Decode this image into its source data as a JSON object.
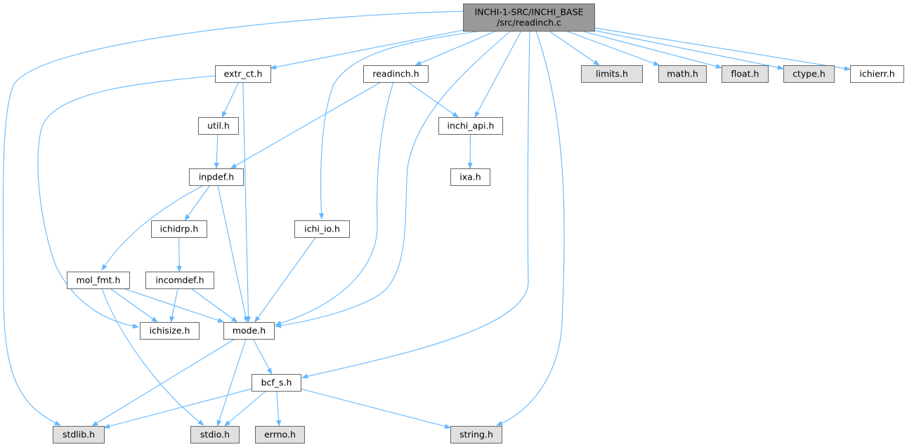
{
  "diagram": {
    "colors": {
      "root_fill": "#999999",
      "header_fill": "#ffffff",
      "system_fill": "#e0e0e0",
      "border": "#666666",
      "edge": "#63b8ff"
    },
    "nodes": [
      {
        "id": "root",
        "lines": [
          "INCHI-1-SRC/INCHI_BASE",
          "/src/readinch.c"
        ],
        "kind": "root"
      },
      {
        "id": "extr_ct",
        "lines": [
          "extr_ct.h"
        ],
        "kind": "header"
      },
      {
        "id": "readinch",
        "lines": [
          "readinch.h"
        ],
        "kind": "header"
      },
      {
        "id": "limits",
        "lines": [
          "limits.h"
        ],
        "kind": "system"
      },
      {
        "id": "math",
        "lines": [
          "math.h"
        ],
        "kind": "system"
      },
      {
        "id": "float",
        "lines": [
          "float.h"
        ],
        "kind": "system"
      },
      {
        "id": "ctype",
        "lines": [
          "ctype.h"
        ],
        "kind": "system"
      },
      {
        "id": "ichierr",
        "lines": [
          "ichierr.h"
        ],
        "kind": "header"
      },
      {
        "id": "util",
        "lines": [
          "util.h"
        ],
        "kind": "header"
      },
      {
        "id": "inchi_api",
        "lines": [
          "inchi_api.h"
        ],
        "kind": "header"
      },
      {
        "id": "inpdef",
        "lines": [
          "inpdef.h"
        ],
        "kind": "header"
      },
      {
        "id": "ixa",
        "lines": [
          "ixa.h"
        ],
        "kind": "header"
      },
      {
        "id": "ichidrp",
        "lines": [
          "ichidrp.h"
        ],
        "kind": "header"
      },
      {
        "id": "ichi_io",
        "lines": [
          "ichi_io.h"
        ],
        "kind": "header"
      },
      {
        "id": "mol_fmt",
        "lines": [
          "mol_fmt.h"
        ],
        "kind": "header"
      },
      {
        "id": "incomdef",
        "lines": [
          "incomdef.h"
        ],
        "kind": "header"
      },
      {
        "id": "ichisize",
        "lines": [
          "ichisize.h"
        ],
        "kind": "header"
      },
      {
        "id": "mode",
        "lines": [
          "mode.h"
        ],
        "kind": "header"
      },
      {
        "id": "bcf_s",
        "lines": [
          "bcf_s.h"
        ],
        "kind": "header"
      },
      {
        "id": "stdlib",
        "lines": [
          "stdlib.h"
        ],
        "kind": "system"
      },
      {
        "id": "stdio",
        "lines": [
          "stdio.h"
        ],
        "kind": "system"
      },
      {
        "id": "errno",
        "lines": [
          "errno.h"
        ],
        "kind": "system"
      },
      {
        "id": "string",
        "lines": [
          "string.h"
        ],
        "kind": "system"
      }
    ],
    "edges": [
      {
        "from": "root",
        "to": "extr_ct"
      },
      {
        "from": "root",
        "to": "readinch"
      },
      {
        "from": "root",
        "to": "limits"
      },
      {
        "from": "root",
        "to": "math"
      },
      {
        "from": "root",
        "to": "float"
      },
      {
        "from": "root",
        "to": "ctype"
      },
      {
        "from": "root",
        "to": "ichierr"
      },
      {
        "from": "root",
        "to": "inchi_api"
      },
      {
        "from": "root",
        "to": "ichi_io"
      },
      {
        "from": "root",
        "to": "mode"
      },
      {
        "from": "root",
        "to": "bcf_s"
      },
      {
        "from": "root",
        "to": "stdlib"
      },
      {
        "from": "root",
        "to": "string"
      },
      {
        "from": "extr_ct",
        "to": "util"
      },
      {
        "from": "extr_ct",
        "to": "mode"
      },
      {
        "from": "extr_ct",
        "to": "ichisize"
      },
      {
        "from": "util",
        "to": "inpdef"
      },
      {
        "from": "readinch",
        "to": "inpdef"
      },
      {
        "from": "readinch",
        "to": "inchi_api"
      },
      {
        "from": "readinch",
        "to": "mode"
      },
      {
        "from": "inchi_api",
        "to": "ixa"
      },
      {
        "from": "inpdef",
        "to": "mol_fmt"
      },
      {
        "from": "inpdef",
        "to": "ichidrp"
      },
      {
        "from": "inpdef",
        "to": "mode"
      },
      {
        "from": "ichidrp",
        "to": "incomdef"
      },
      {
        "from": "ichi_io",
        "to": "mode"
      },
      {
        "from": "mol_fmt",
        "to": "ichisize"
      },
      {
        "from": "mol_fmt",
        "to": "mode"
      },
      {
        "from": "mol_fmt",
        "to": "stdio"
      },
      {
        "from": "incomdef",
        "to": "ichisize"
      },
      {
        "from": "incomdef",
        "to": "mode"
      },
      {
        "from": "mode",
        "to": "stdlib"
      },
      {
        "from": "mode",
        "to": "stdio"
      },
      {
        "from": "mode",
        "to": "bcf_s"
      },
      {
        "from": "bcf_s",
        "to": "stdlib"
      },
      {
        "from": "bcf_s",
        "to": "stdio"
      },
      {
        "from": "bcf_s",
        "to": "errno"
      },
      {
        "from": "bcf_s",
        "to": "string"
      }
    ]
  }
}
